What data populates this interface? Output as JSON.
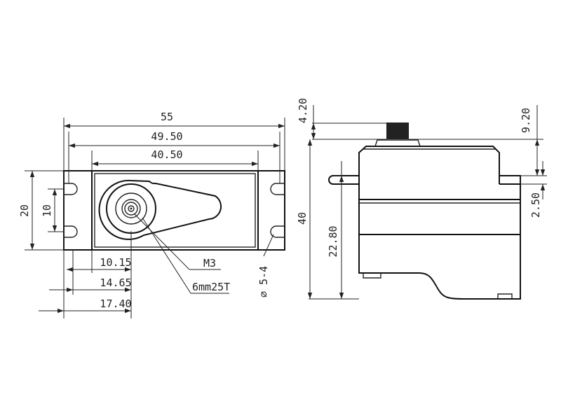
{
  "colors": {
    "line": "#222222",
    "background": "#ffffff"
  },
  "front_view": {
    "dim_overall_width": "55",
    "dim_mount_hole_span": "49.50",
    "dim_body_width": "40.50",
    "dim_flange_height": "20",
    "dim_hole_pitch": "10",
    "dim_shaft_offset_1": "10.15",
    "dim_shaft_offset_2": "14.65",
    "dim_shaft_offset_3": "17.40",
    "label_horn_screw": "M3",
    "label_spline": "6mm25T",
    "label_hole_dia": "∅ 5-4"
  },
  "side_view": {
    "dim_spline_height": "4.20",
    "dim_top_to_flange": "9.20",
    "dim_flange_thickness": "2.50",
    "dim_body_height": "40",
    "dim_flange_to_bottom": "22.80"
  }
}
